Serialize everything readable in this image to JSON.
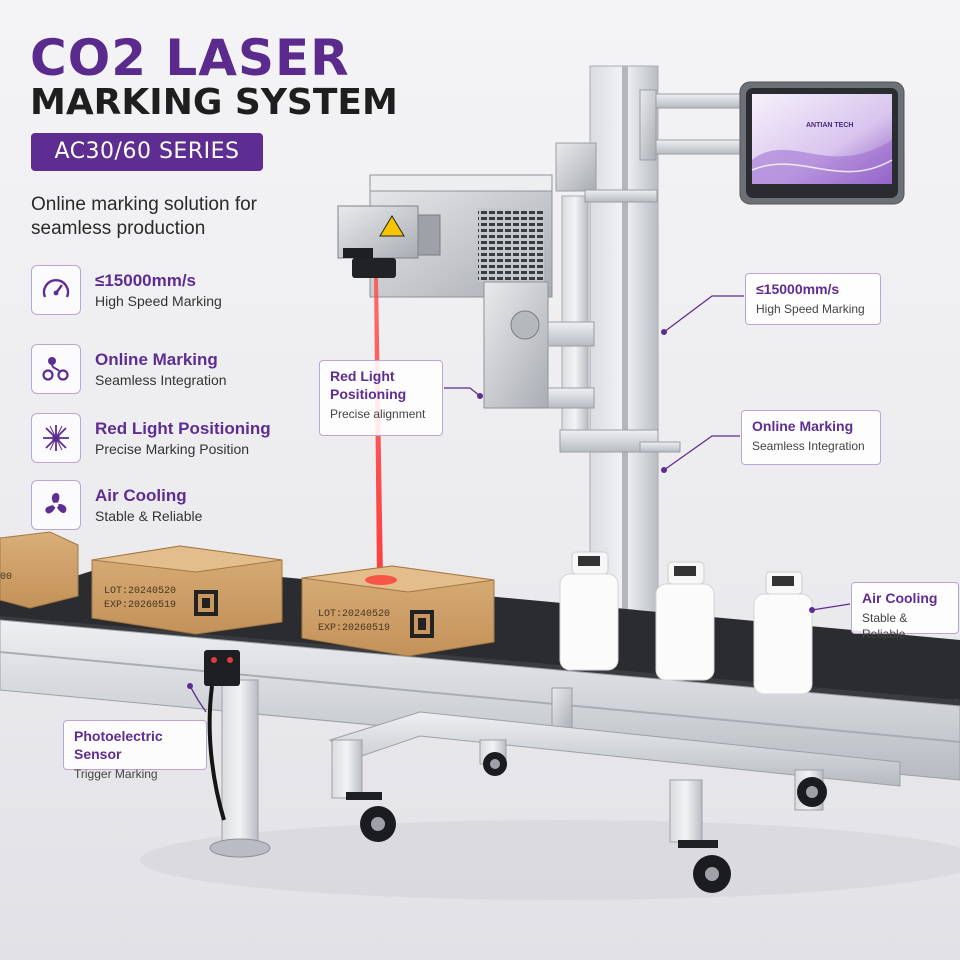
{
  "header": {
    "title_line1": "CO2 LASER",
    "title_line2": "MARKING SYSTEM",
    "series_badge": "AC30/60 SERIES",
    "tagline": "Online marking solution for seamless production"
  },
  "features": [
    {
      "icon": "speedometer-icon",
      "title": "≤15000mm/s",
      "subtitle": "High Speed Marking"
    },
    {
      "icon": "conveyor-link-icon",
      "title": "Online Marking",
      "subtitle": "Seamless Integration"
    },
    {
      "icon": "laser-burst-icon",
      "title": "Red Light Positioning",
      "subtitle": "Precise Marking Position"
    },
    {
      "icon": "fan-icon",
      "title": "Air Cooling",
      "subtitle": "Stable & Reliable"
    }
  ],
  "callouts": {
    "red_light": {
      "title": "Red Light Positioning",
      "subtitle": "Precise alignment"
    },
    "speed": {
      "title": "≤15000mm/s",
      "subtitle": "High Speed Marking"
    },
    "online": {
      "title": "Online Marking",
      "subtitle": "Seamless Integration"
    },
    "air": {
      "title": "Air Cooling",
      "subtitle": "Stable & Reliable"
    },
    "sensor": {
      "title": "Photoelectric Sensor",
      "subtitle": "Trigger Marking"
    }
  },
  "boxes": {
    "box1": {
      "lot": "LOT:20240520",
      "exp": "EXP:20260519"
    },
    "box2": {
      "lot": "LOT:20240520",
      "exp": "EXP:20260519"
    },
    "box_left_partial": "00"
  },
  "screen_logo": "ANTIAN TECH",
  "colors": {
    "brand": "#5e2d91",
    "laser": "#ff3b3b",
    "aluminum": "#c9ccd1"
  }
}
